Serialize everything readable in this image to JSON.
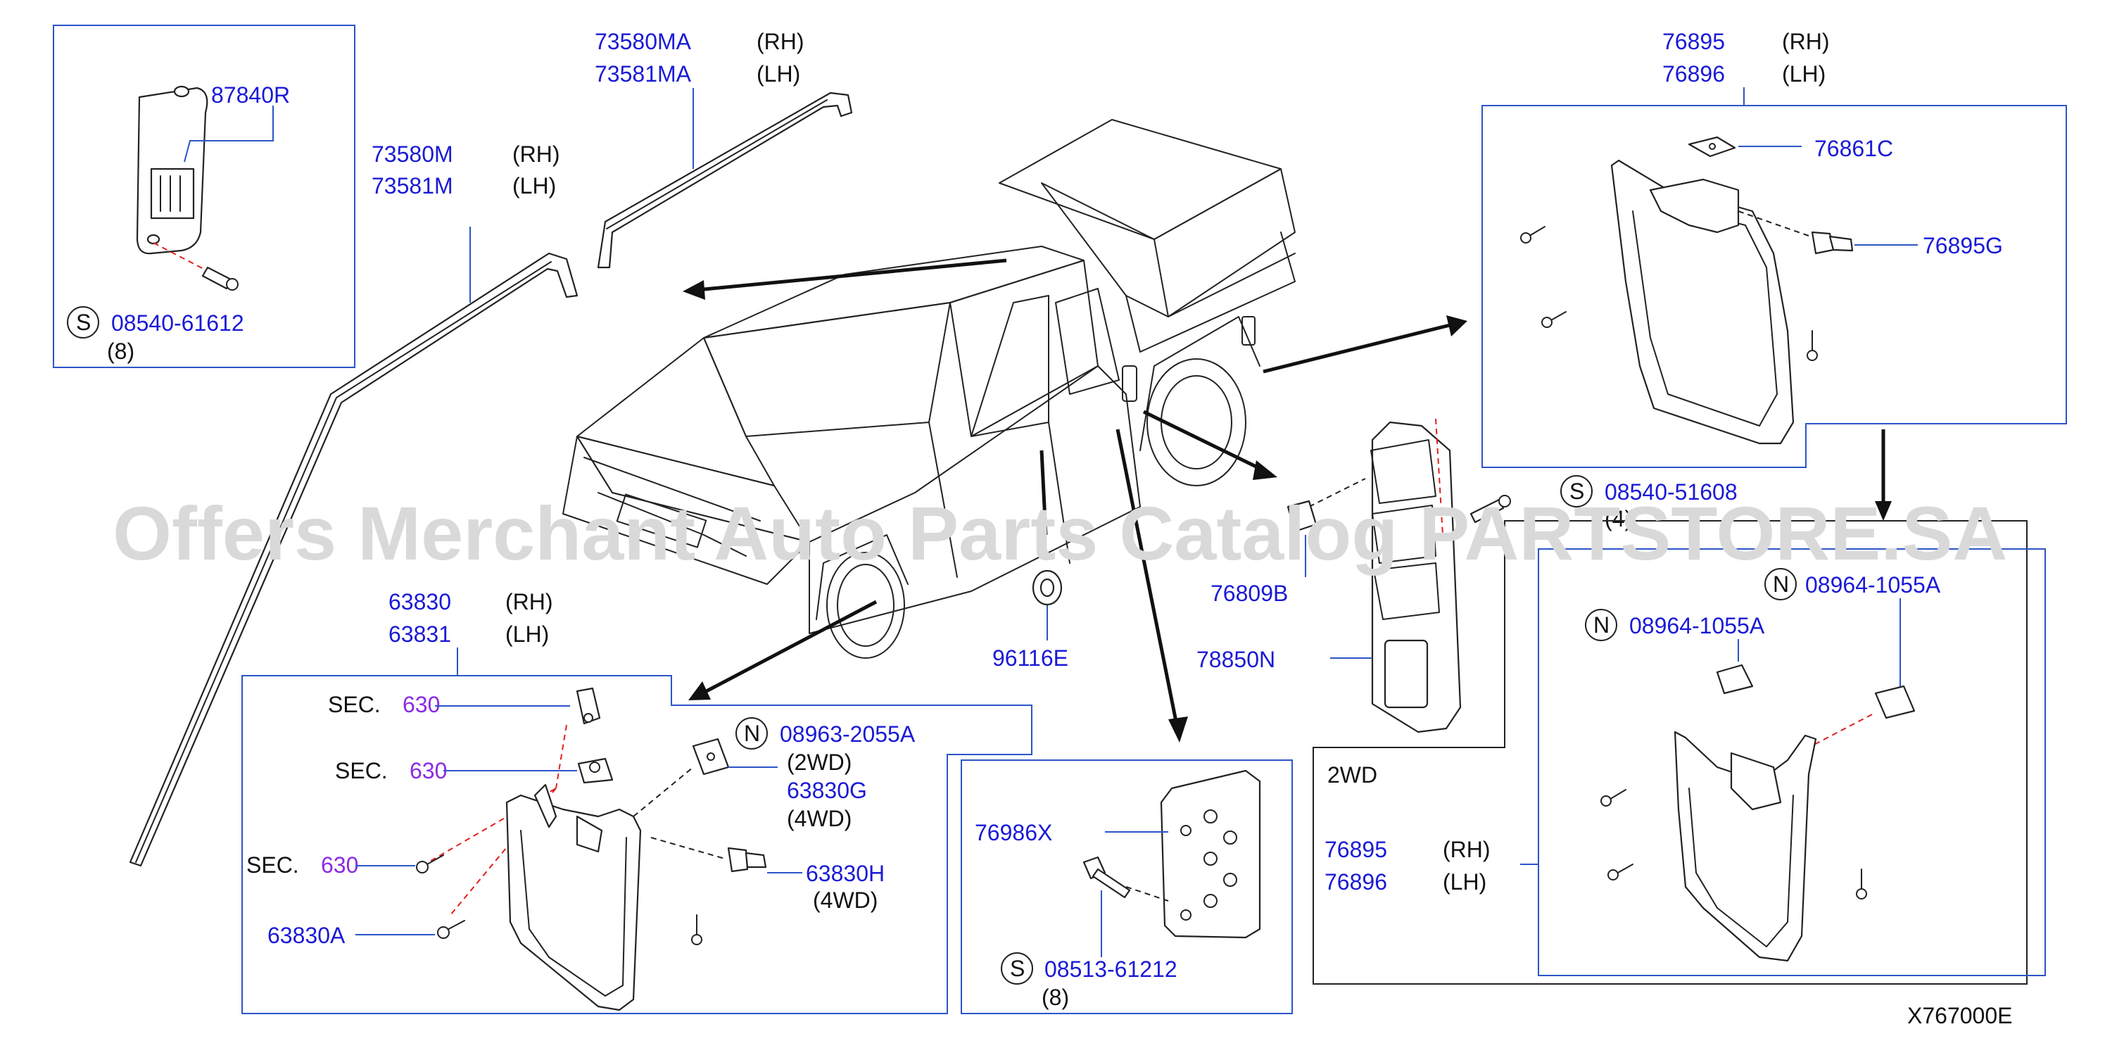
{
  "diagram": {
    "code": "X767000E",
    "watermark": "Offers Merchant Auto Parts Catalog PARTSTORE.SA",
    "labels": {
      "p87840R": "87840R",
      "p08540_61612": "08540-61612",
      "q8a": "(8)",
      "p73580MA": "73580MA",
      "p73581MA": "73581MA",
      "p73580M": "73580M",
      "p73581M": "73581M",
      "rh": "(RH)",
      "lh": "(LH)",
      "p76895": "76895",
      "p76896": "76896",
      "p76861C": "76861C",
      "p76895G": "76895G",
      "p08540_51608": "08540-51608",
      "q4": "(4)",
      "p76809B": "76809B",
      "p78850N": "78850N",
      "p96116E": "96116E",
      "p63830": "63830",
      "p63831": "63831",
      "sec": "SEC.",
      "sec630": "630",
      "p08963_2055A": "08963-2055A",
      "q2wd": "(2WD)",
      "q4wd": "(4WD)",
      "p63830G": "63830G",
      "p63830H": "63830H",
      "p63830A": "63830A",
      "p76986X": "76986X",
      "p08513_61212": "08513-61212",
      "q8b": "(8)",
      "box2wd": "2WD",
      "p08964_1055A": "08964-1055A",
      "sym_s": "S",
      "sym_n": "N"
    }
  }
}
